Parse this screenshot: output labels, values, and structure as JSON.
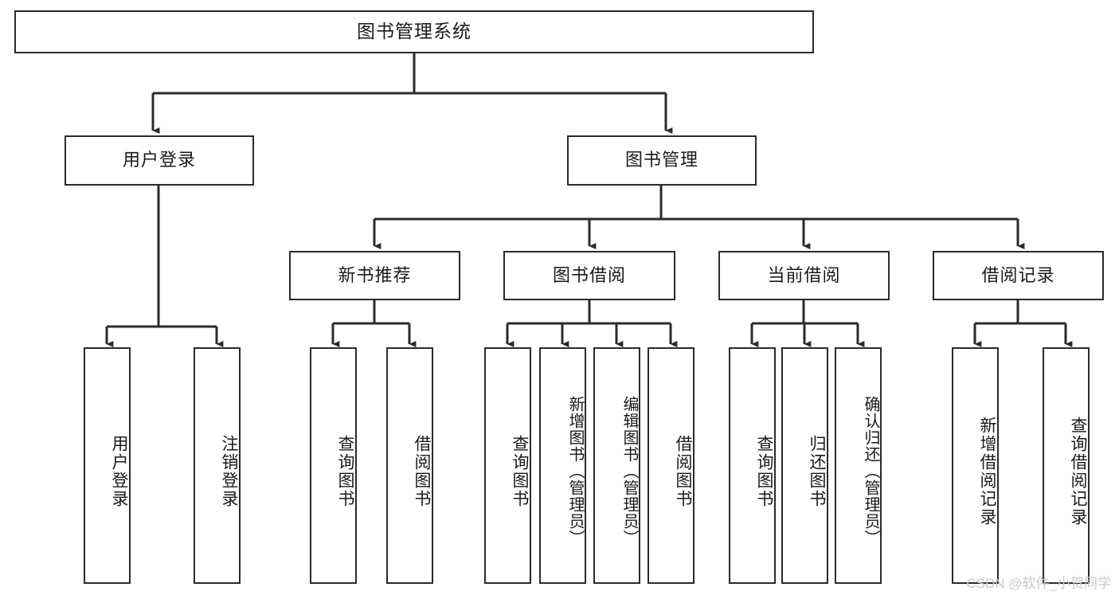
{
  "diagram": {
    "title": "图书管理系统",
    "watermark": "CSDN @软件_小贺同学",
    "colors": {
      "box_border": "#2b2b2b",
      "connector": "#2b2b2b",
      "background": "#ffffff",
      "text": "#1a1a1a",
      "watermark": "#c9c9c9"
    },
    "root": {
      "label": "图书管理系统"
    },
    "level2": [
      {
        "label": "用户登录"
      },
      {
        "label": "图书管理"
      }
    ],
    "level3": [
      {
        "label": "新书推荐"
      },
      {
        "label": "图书借阅"
      },
      {
        "label": "当前借阅"
      },
      {
        "label": "借阅记录"
      }
    ],
    "leaves": {
      "user_login": [
        {
          "label": "用户登录"
        },
        {
          "label": "注销登录"
        }
      ],
      "new_book_recommend": [
        {
          "label": "查询图书"
        },
        {
          "label": "借阅图书"
        }
      ],
      "book_borrow": [
        {
          "label": "查询图书"
        },
        {
          "label": "新增图书（管理员）"
        },
        {
          "label": "编辑图书（管理员）"
        },
        {
          "label": "借阅图书"
        }
      ],
      "current_borrow": [
        {
          "label": "查询图书"
        },
        {
          "label": "归还图书"
        },
        {
          "label": "确认归还（管理员）"
        }
      ],
      "borrow_record": [
        {
          "label": "新增借阅记录"
        },
        {
          "label": "查询借阅记录"
        }
      ]
    }
  }
}
